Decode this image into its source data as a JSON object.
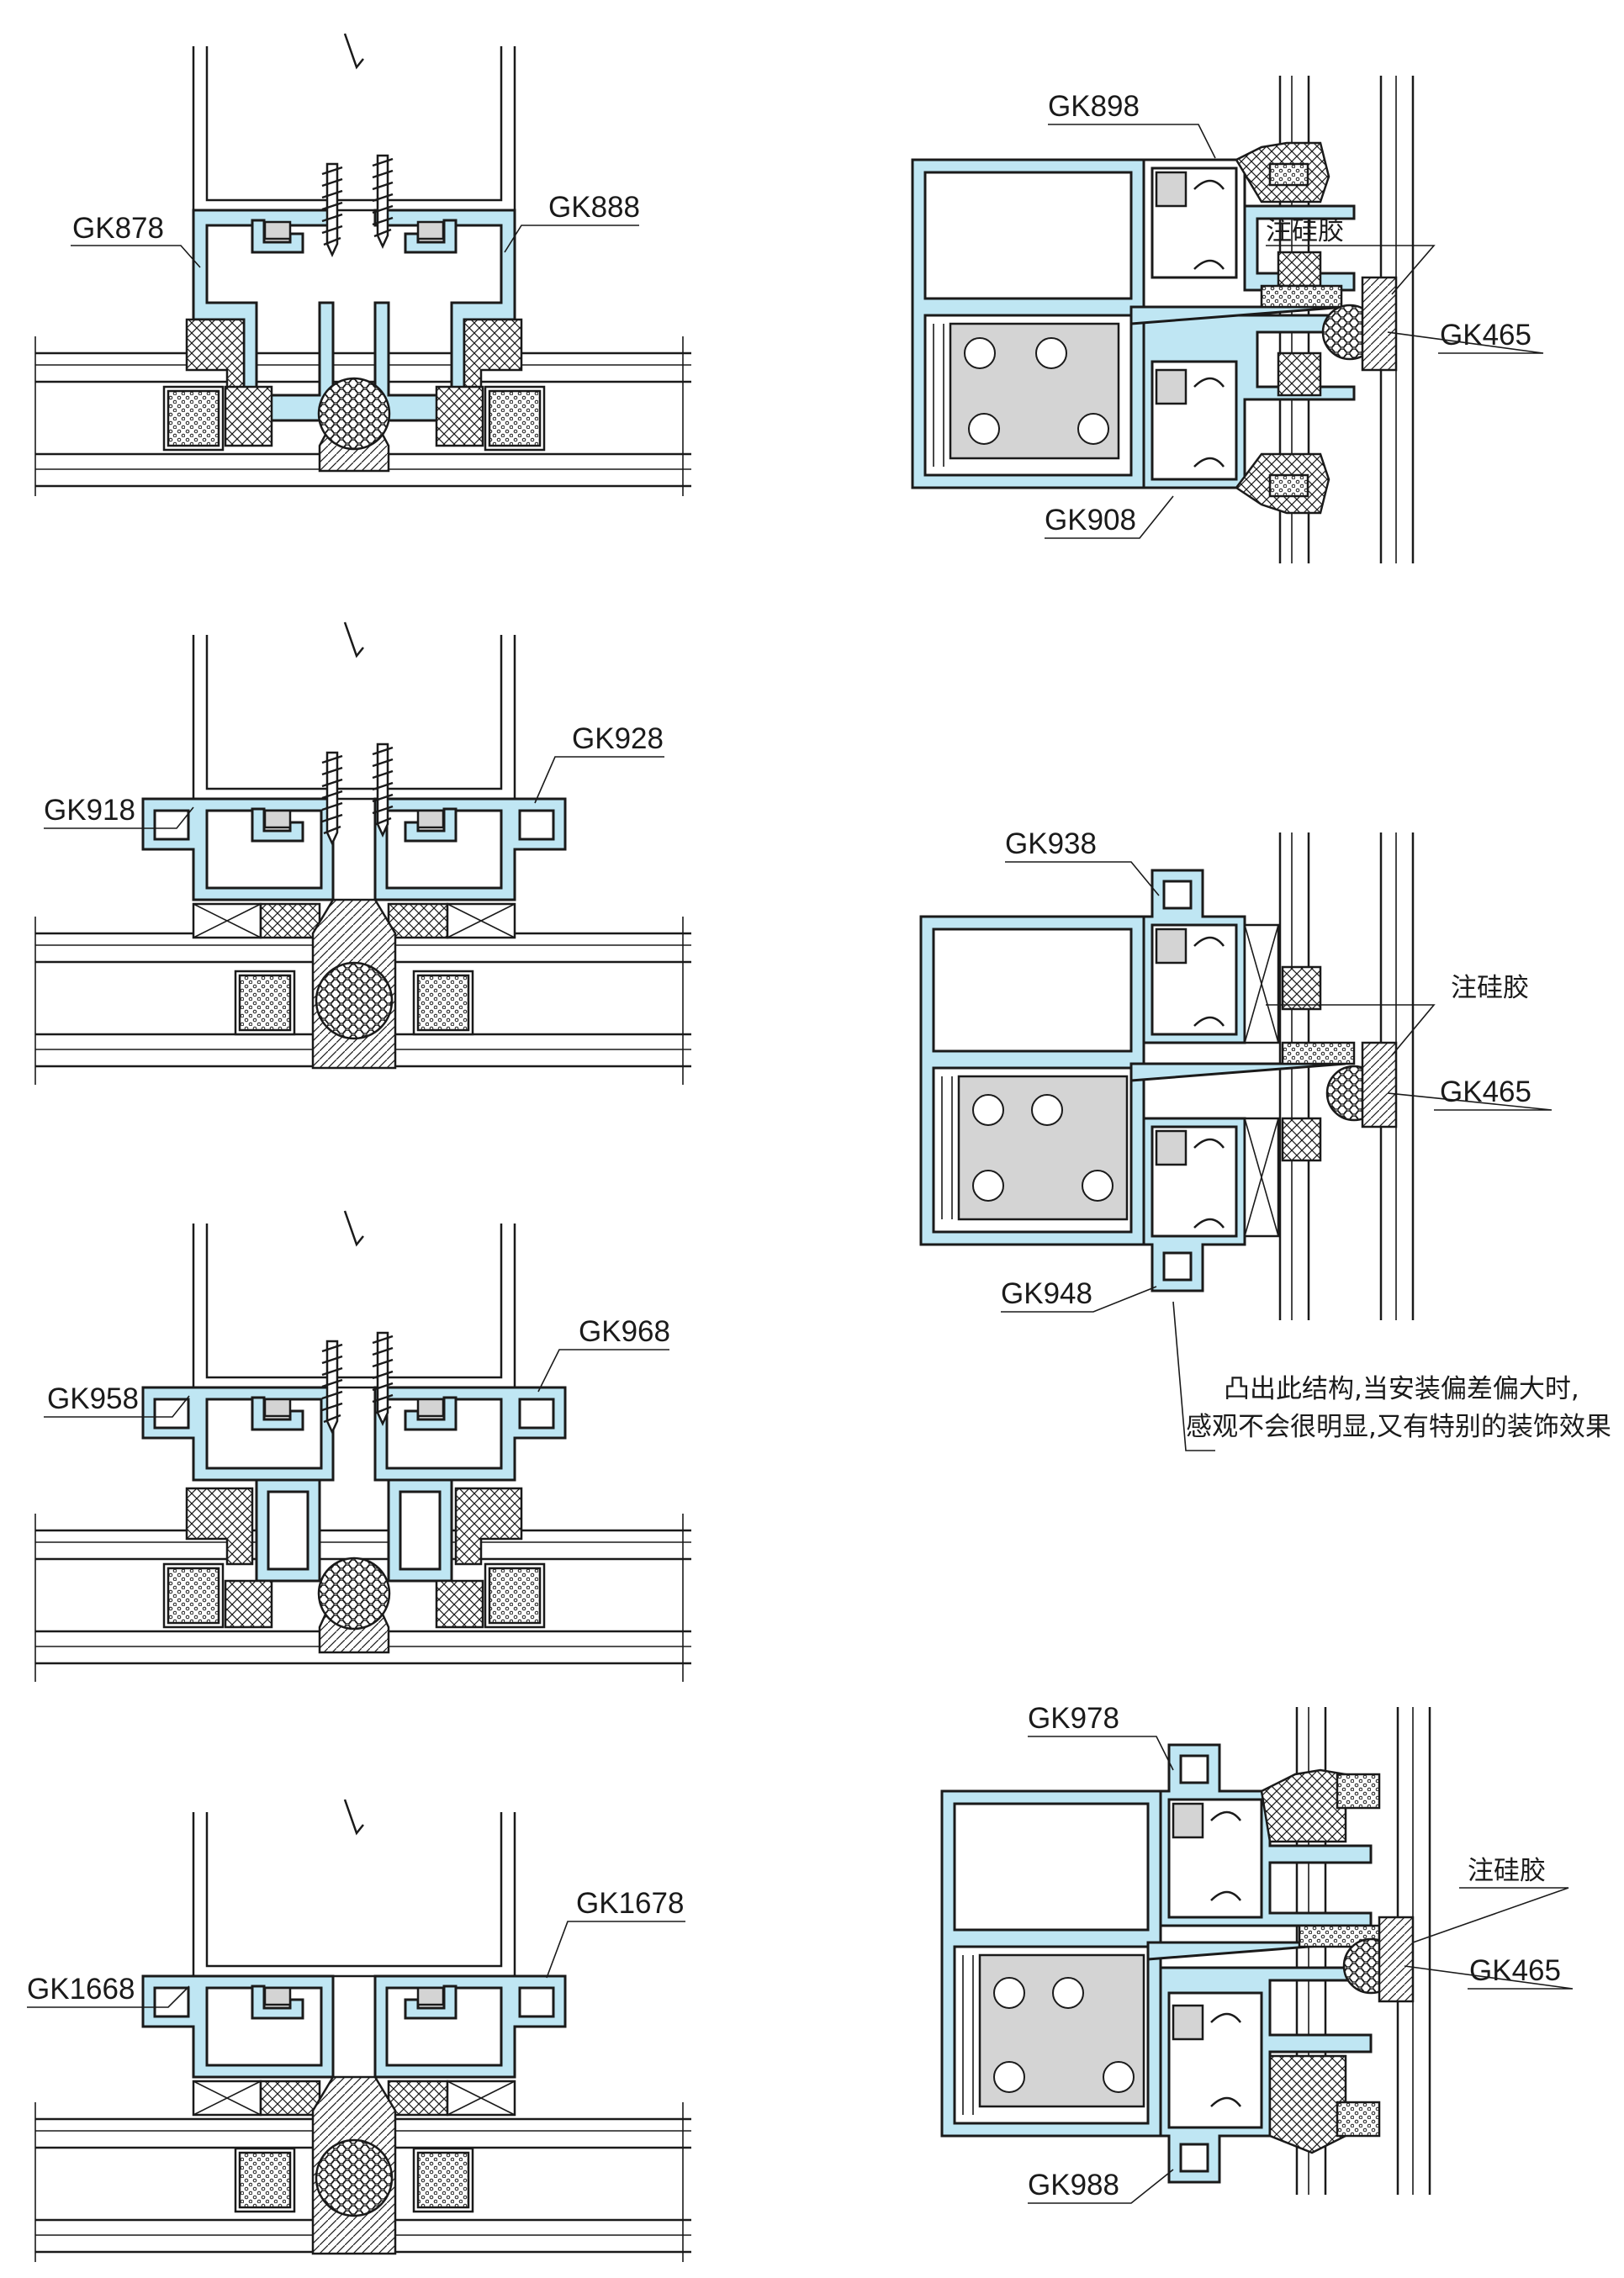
{
  "labels": {
    "gk878": "GK878",
    "gk888": "GK888",
    "gk918": "GK918",
    "gk928": "GK928",
    "gk958": "GK958",
    "gk968": "GK968",
    "gk1668": "GK1668",
    "gk1678": "GK1678",
    "gk898": "GK898",
    "gk908": "GK908",
    "gk938": "GK938",
    "gk948": "GK948",
    "gk978": "GK978",
    "gk988": "GK988",
    "gk465_a": "GK465",
    "gk465_b": "GK465",
    "gk465_c": "GK465",
    "silicone_a": "注硅胶",
    "silicone_b": "注硅胶",
    "silicone_c": "注硅胶"
  },
  "note": {
    "line1": "凸出此结构,当安装偏差偏大时,",
    "line2": "感观不会很明显,又有特别的装饰效果"
  },
  "colors": {
    "aluminium_fill": "#bfe6f3",
    "gasket_fill": "#d4d4d4",
    "line": "#1a1a1a"
  }
}
